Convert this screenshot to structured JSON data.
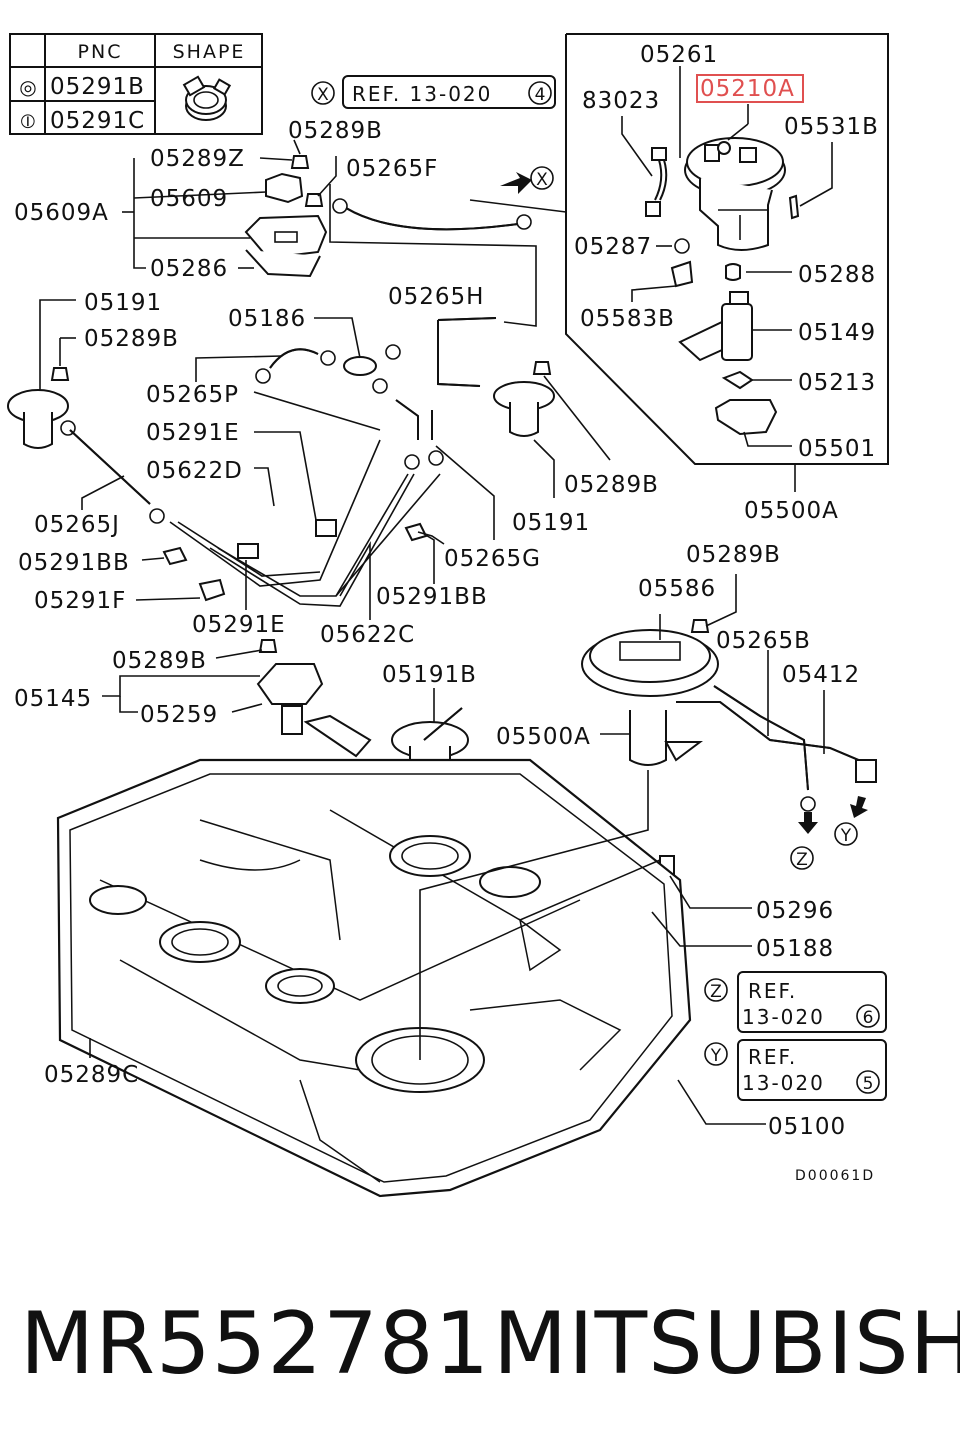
{
  "legend": {
    "headers": [
      "PNC",
      "SHAPE"
    ],
    "rows": [
      {
        "symbol": "◎",
        "pnc": "05291B"
      },
      {
        "symbol": "⦶",
        "pnc": "05291C"
      }
    ]
  },
  "refs": [
    {
      "circle": "X",
      "text": "REF. 13-020",
      "num": "4"
    },
    {
      "circle": "Z",
      "line1": "REF.",
      "line2": "13-020",
      "num": "6"
    },
    {
      "circle": "Y",
      "line1": "REF.",
      "line2": "13-020",
      "num": "5"
    }
  ],
  "markers": {
    "x": "X",
    "y": "Y",
    "z": "Z"
  },
  "labels": {
    "p05261": "05261",
    "p05210A": "05210A",
    "p83023": "83023",
    "p05531B": "05531B",
    "p05287": "05287",
    "p05288": "05288",
    "p05583B": "05583B",
    "p05149": "05149",
    "p05213": "05213",
    "p05501": "05501",
    "p05500A_top": "05500A",
    "p05289B_1": "05289B",
    "p05289Z": "05289Z",
    "p05265F": "05265F",
    "p05609": "05609",
    "p05609A": "05609A",
    "p05286": "05286",
    "p05191_1": "05191",
    "p05289B_2": "05289B",
    "p05186": "05186",
    "p05265H": "05265H",
    "p05265P": "05265P",
    "p05291E_1": "05291E",
    "p05622D": "05622D",
    "p05289B_3": "05289B",
    "p05265J": "05265J",
    "p05191_2": "05191",
    "p05291BB_1": "05291BB",
    "p05265G": "05265G",
    "p05291F": "05291F",
    "p05291BB_2": "05291BB",
    "p05291E_2": "05291E",
    "p05622C": "05622C",
    "p05289B_4": "05289B",
    "p05586": "05586",
    "p05265B": "05265B",
    "p05289B_5": "05289B",
    "p05412": "05412",
    "p05145": "05145",
    "p05259": "05259",
    "p05191B": "05191B",
    "p05500A_mid": "05500A",
    "p05296": "05296",
    "p05188": "05188",
    "p05289C": "05289C",
    "p05100": "05100"
  },
  "highlight_color": "#e05050",
  "drawing_code": "D00061D",
  "footer": {
    "part_number": "MR552781",
    "brand": "MITSUBISHI"
  }
}
